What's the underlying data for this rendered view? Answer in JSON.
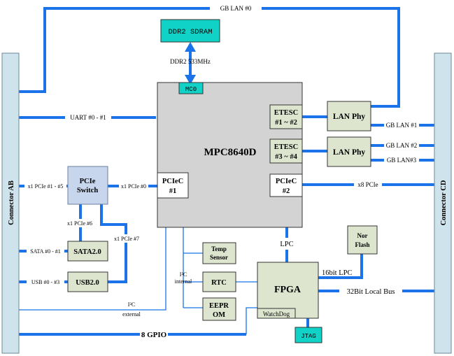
{
  "connectors": {
    "left": "Connector AB",
    "right": "Connector CD"
  },
  "cpu": {
    "name": "MPC8640D",
    "mc": "MC0",
    "pcie1": [
      "PCIeC",
      "#1"
    ],
    "pcie2": [
      "PCIeC",
      "#2"
    ],
    "etesc1": [
      "ETESC",
      "#1 ~ #2"
    ],
    "etesc2": [
      "ETESC",
      "#3 ~ #4"
    ]
  },
  "memory": {
    "name": "DDR2 SDRAM",
    "speed": "DDR2 533MHz"
  },
  "lan_phy": "LAN Phy",
  "pcie_switch": [
    "PCIe",
    "Switch"
  ],
  "sata": "SATA2.0",
  "usb": "USB2.0",
  "temp_sensor": [
    "Temp",
    "Sensor"
  ],
  "rtc": "RTC",
  "eeprom": [
    "EEPR",
    "OM"
  ],
  "fpga": {
    "name": "FPGA",
    "watchdog": "WatchDog"
  },
  "jtag": "JTAG",
  "nor_flash": [
    "Nor",
    "Flash"
  ],
  "links": {
    "gb_lan0": "GB LAN #0",
    "uart": "UART #0 - #1",
    "gb_lan1": "GB LAN #1",
    "gb_lan2": "GB LAN #2",
    "gb_lan3": "GB LAN#3",
    "x8_pcie": "x8 PCIe",
    "x1_pcie_1_5": "x1 PCIe #1 - #5",
    "x1_pcie_0": "x1 PCIe #0",
    "x1_pcie_6": "x1 PCIe #6",
    "x1_pcie_7": "x1 PCIe #7",
    "sata_ports": "SATA #0 - #1",
    "usb_ports": "USB #0 - #3",
    "lpc": "LPC",
    "lpc16": "16bit LPC",
    "local_bus": "32Bit Local Bus",
    "i2c_internal": [
      "I²C",
      "internal"
    ],
    "i2c_external": [
      "I²C",
      "external"
    ],
    "gpio": "8 GPIO"
  },
  "colors": {
    "bus": "#1a73e8",
    "connector": "#cfe3ec",
    "cpu": "#d3d3d3",
    "module": "#dde5cf",
    "cyan": "#11d2c6",
    "switch": "#c7d6ec"
  }
}
